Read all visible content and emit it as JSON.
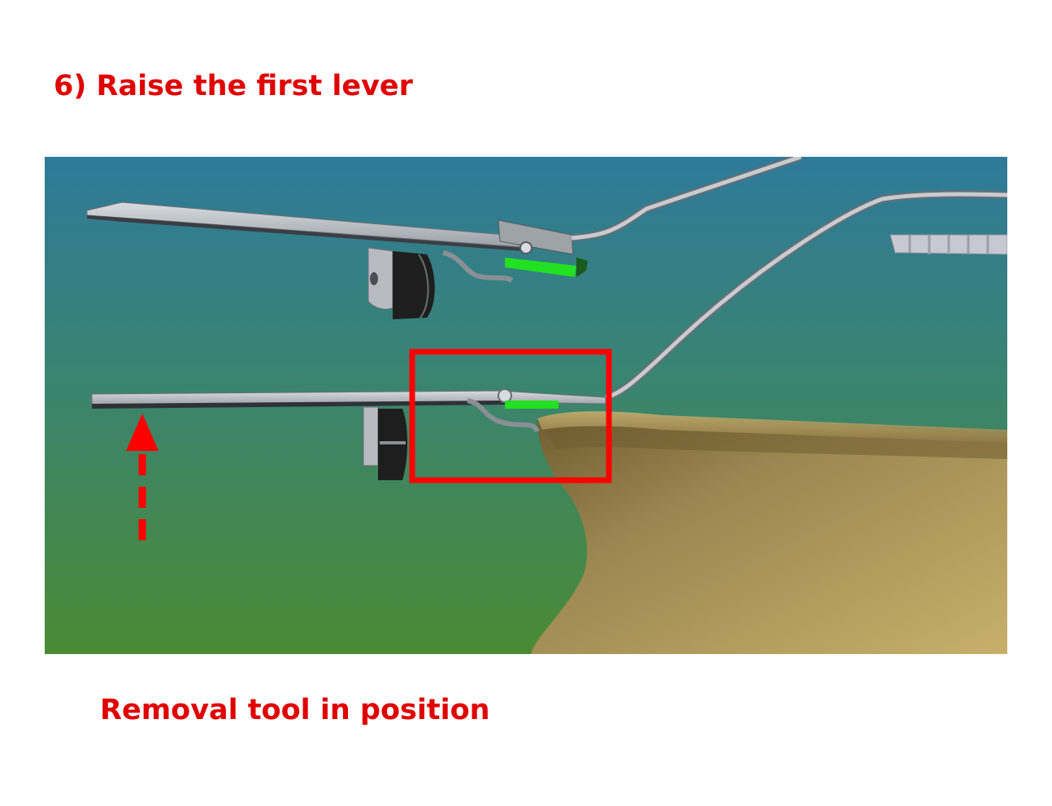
{
  "slide": {
    "title": "6) Raise the first lever",
    "caption": "Removal tool in position"
  },
  "colors": {
    "text_red": "#e00000",
    "highlight_red": "#ff0000",
    "arrow_red": "#ff0000",
    "background_top": "#2f7a9a",
    "background_mid": "#3a8470",
    "background_bottom": "#4a8a35",
    "rim_light": "#c8b06a",
    "rim_dark": "#6e5c30",
    "lever_metal": "#b8bcc2",
    "lever_edge": "#6a6e74",
    "pad_green": "#22e022",
    "bushing_dark": "#1e1e1e"
  },
  "icons": {
    "direction": "up-arrow-icon",
    "focus": "highlight-box"
  }
}
